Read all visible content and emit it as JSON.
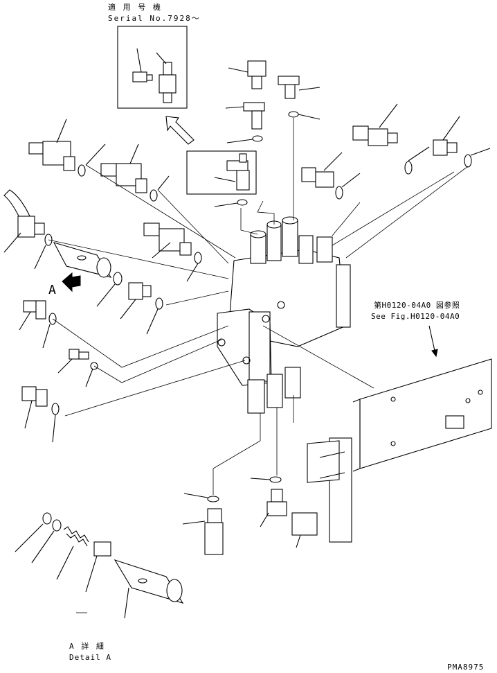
{
  "serial_label_jp": "適 用 号 機",
  "serial_label_en": "Serial No.7928～",
  "view_marker": "A",
  "fig_ref_jp": "第H0120-04A0 図参照",
  "fig_ref_en": "See Fig.H0120-04A0",
  "detail_label_jp": "A  詳 細",
  "detail_label_en": "Detail A",
  "drawing_code": "PMA8975"
}
